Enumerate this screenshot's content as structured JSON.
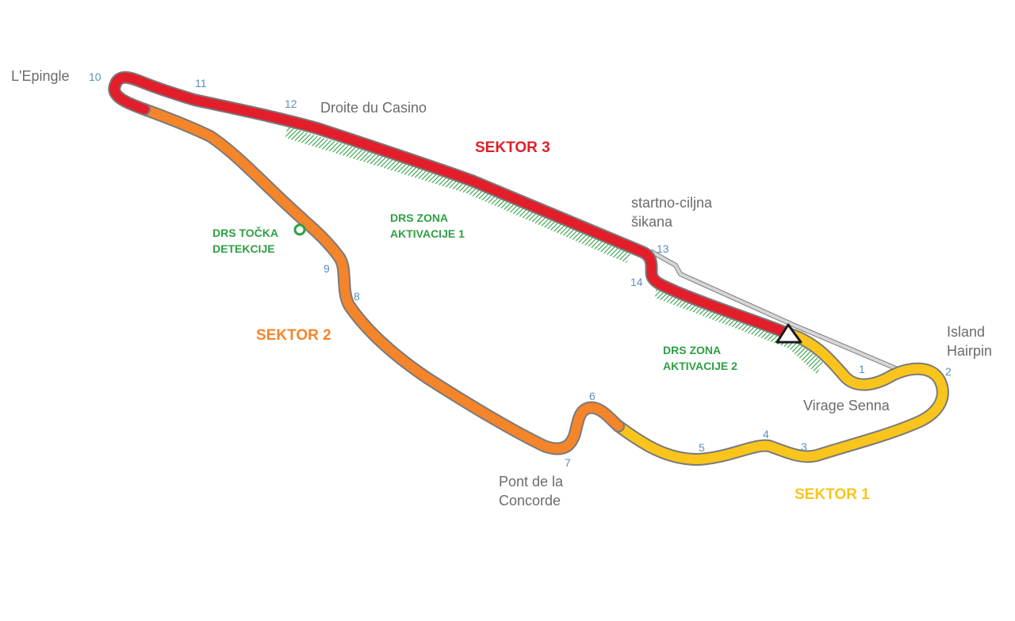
{
  "colors": {
    "sector1": "#f9c51c",
    "sector2": "#f5852b",
    "sector3": "#e21e2a",
    "track_outline": "#7a7a7a",
    "pit_lane": "#d6d6d6",
    "drs": "#2ea043",
    "turn_number": "#5b8fc0",
    "place_label": "#6b6b6b"
  },
  "places": {
    "epingle": "L'Epingle",
    "droite_casino": "Droite du Casino",
    "chicane_line1": "startno-ciljna",
    "chicane_line2": "šikana",
    "island_line1": "Island",
    "island_line2": "Hairpin",
    "virage_senna": "Virage Senna",
    "pont_line1": "Pont de la",
    "pont_line2": "Concorde"
  },
  "sectors": {
    "s1": "SEKTOR 1",
    "s2": "SEKTOR 2",
    "s3": "SEKTOR 3"
  },
  "drs": {
    "zone1_line1": "DRS ZONA",
    "zone1_line2": "AKTIVACIJE 1",
    "zone2_line1": "DRS ZONA",
    "zone2_line2": "AKTIVACIJE 2",
    "detection_line1": "DRS TOČKA",
    "detection_line2": "DETEKCIJE"
  },
  "turns": [
    "1",
    "2",
    "3",
    "4",
    "5",
    "6",
    "7",
    "8",
    "9",
    "10",
    "11",
    "12",
    "13",
    "14"
  ],
  "icons": {
    "start_finish": "start-finish-triangle-icon",
    "detection_point": "drs-detection-point-icon"
  }
}
